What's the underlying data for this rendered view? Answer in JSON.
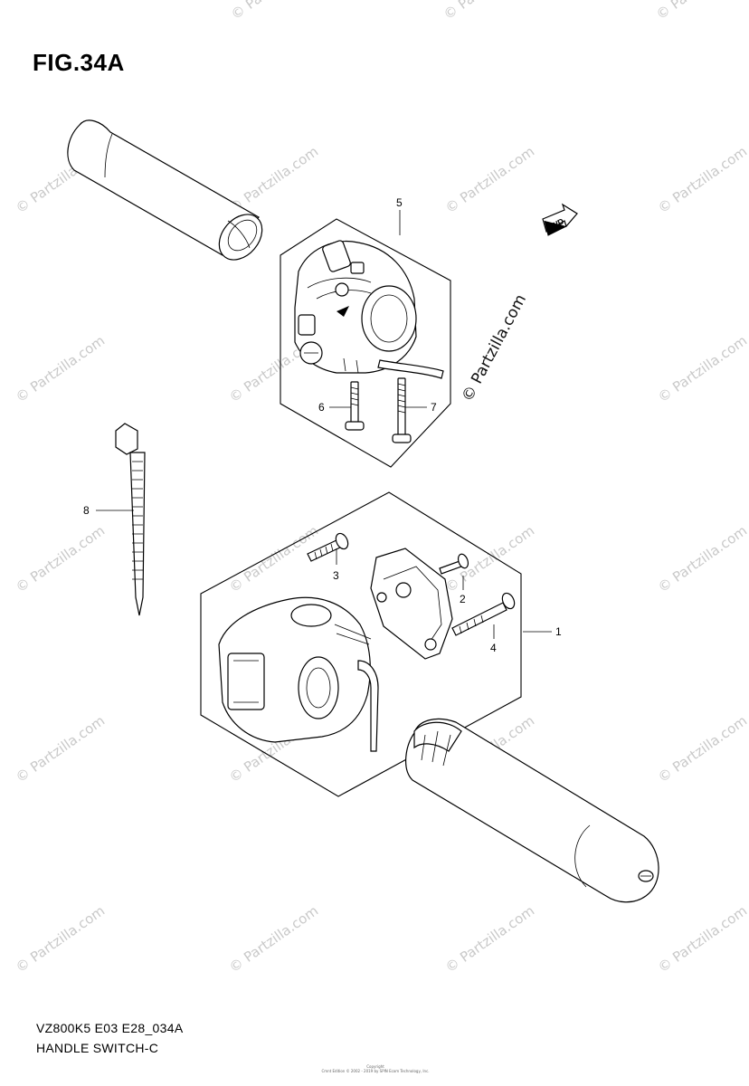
{
  "figure": {
    "title": "FIG.34A",
    "code": "VZ800K5 E03 E28_034A",
    "name": "HANDLE SWITCH-C"
  },
  "callouts": {
    "c1": "1",
    "c2": "2",
    "c3": "3",
    "c4": "4",
    "c5": "5",
    "c6": "6",
    "c7": "7",
    "c8": "8"
  },
  "fwd_label": "FWD",
  "watermark": {
    "text": "© Partzilla.com",
    "main_text": "© Partzilla.com"
  },
  "copyright": {
    "line1": "Copyright",
    "line2": "Cmnt Edition © 2002 - 2019 by SPIN Ecom Technology, Inc."
  }
}
